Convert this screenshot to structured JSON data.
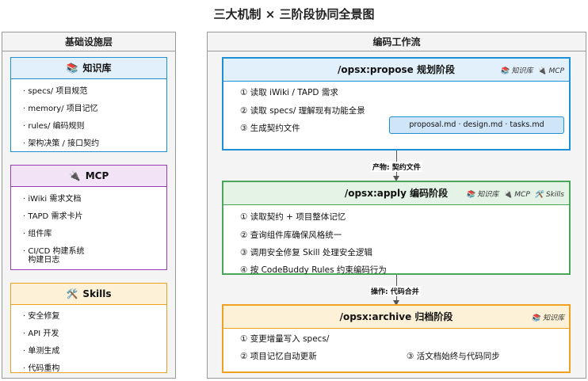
{
  "title": "三大机制 × 三阶段协同全景图",
  "infra": {
    "title": "基础设施层",
    "kb": {
      "icon": "📚",
      "title": "知识库",
      "items": [
        "· specs/ 项目规范",
        "· memory/ 项目记忆",
        "· rules/ 编码规则",
        "· 架构决策 / 接口契约"
      ]
    },
    "mcp": {
      "icon": "🔌",
      "title": "MCP",
      "items": [
        "· iWiki 需求文档",
        "· TAPD 需求卡片",
        "· 组件库",
        "· CI/CD 构建系统",
        "  构建日志"
      ]
    },
    "skills": {
      "icon": "🛠️",
      "title": "Skills",
      "items": [
        "· 安全修复",
        "· API 开发",
        "· 单测生成",
        "· 代码重构"
      ]
    }
  },
  "workflow": {
    "title": "编码工作流",
    "propose": {
      "title": "/opsx:propose 规划阶段",
      "tags": [
        "📚",
        "知识库",
        "🔌",
        "MCP"
      ],
      "steps": [
        "① 读取 iWiki / TAPD 需求",
        "② 读取 specs/ 理解现有功能全景",
        "③ 生成契约文件"
      ],
      "artifact": "proposal.md · design.md · tasks.md"
    },
    "flow1": "产物: 契约文件",
    "apply": {
      "title": "/opsx:apply 编码阶段",
      "tags": [
        "📚",
        "知识库",
        "🔌",
        "MCP",
        "🛠️",
        "Skills"
      ],
      "steps": [
        "① 读取契约 + 项目整体记忆",
        "② 查询组件库确保风格统一",
        "③ 调用安全修复 Skill 处理安全逻辑",
        "④ 按 CodeBuddy Rules 约束编码行为"
      ]
    },
    "flow2": "操作: 代码合并",
    "archive": {
      "title": "/opsx:archive 归档阶段",
      "tags": [
        "📚",
        "知识库"
      ],
      "steps": [
        "① 变更增量写入 specs/",
        "② 项目记忆自动更新",
        "③ 活文档始终与代码同步"
      ]
    }
  }
}
